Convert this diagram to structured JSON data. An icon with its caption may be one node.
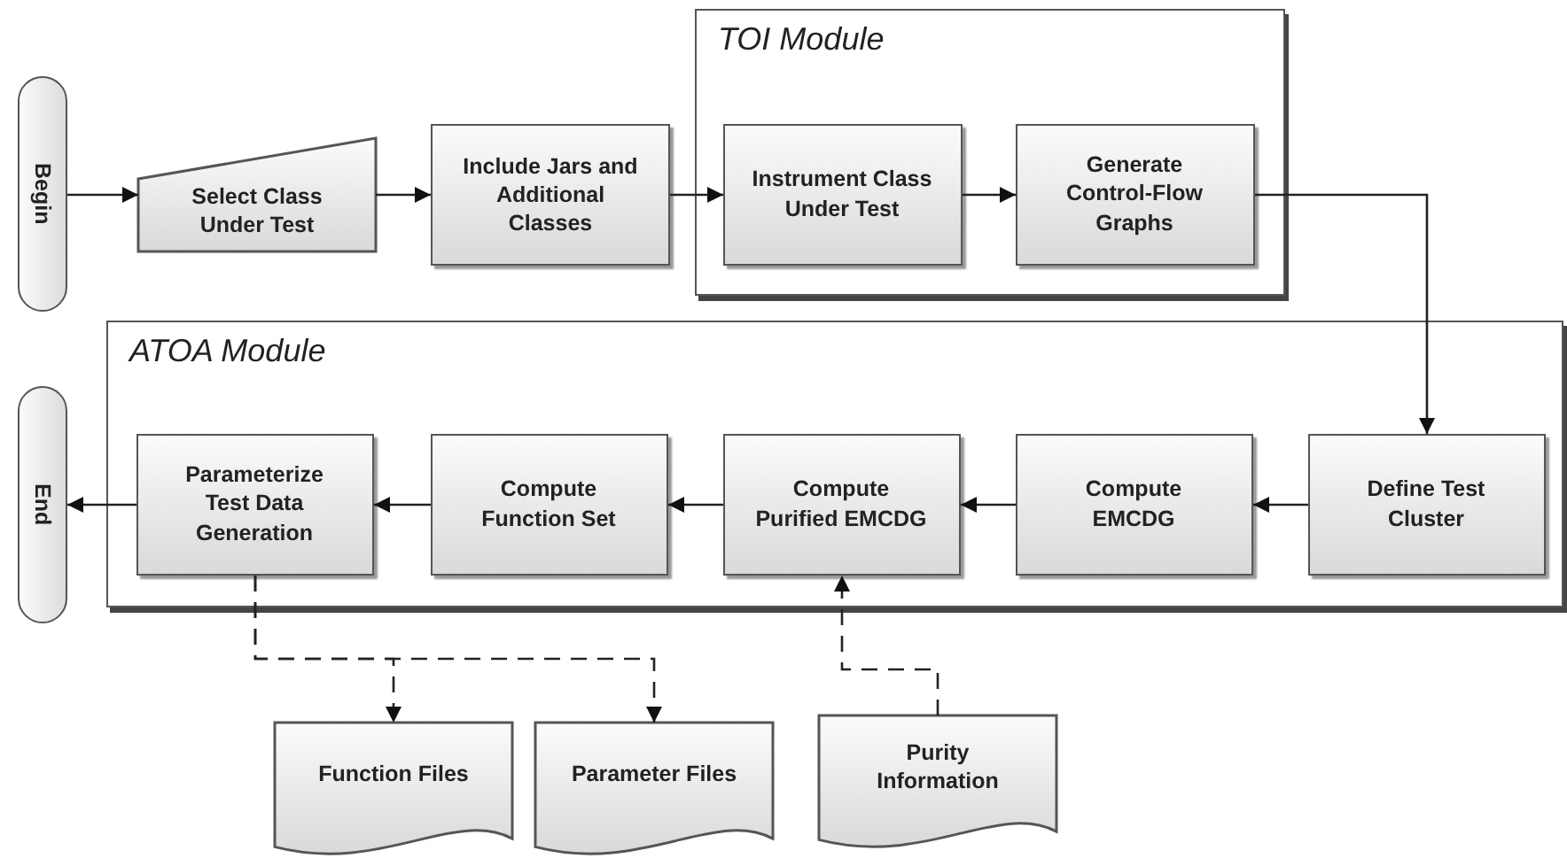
{
  "diagram": {
    "nodes": [
      {
        "text": [
          "Begin"
        ]
      },
      {
        "text": [
          "Select Class Under Test"
        ]
      },
      {
        "text": [
          "Include Jars and Additional Classes"
        ]
      },
      {
        "text": [
          "TOI Module"
        ]
      },
      {
        "text": [
          "Instrument Class Under Test"
        ],
        "in": 3
      },
      {
        "text": [
          "Generate Control-Flow Graphs"
        ],
        "in": 3
      },
      {
        "text": [
          "End"
        ]
      },
      {
        "text": [
          "ATOA Module"
        ]
      },
      {
        "text": [
          "Parameterize Test Data Generation"
        ],
        "in": 7
      },
      {
        "text": [
          "Compute Function Set"
        ],
        "in": 7
      },
      {
        "text": [
          "Compute Purified EMCDG"
        ],
        "in": 7
      },
      {
        "text": [
          "Compute EMCDG"
        ],
        "in": 7
      },
      {
        "text": [
          "Define Test Cluster"
        ],
        "in": 7
      },
      {
        "text": [
          "Function Files"
        ]
      },
      {
        "text": [
          "Parameter Files"
        ]
      },
      {
        "text": [
          "Purity Information"
        ]
      }
    ],
    "edges": [
      {
        "from": 0,
        "to": 1,
        "arrow": "to"
      },
      {
        "from": 1,
        "to": 2,
        "arrow": "to"
      },
      {
        "from": 2,
        "to": 4,
        "arrow": "to"
      },
      {
        "from": 4,
        "to": 5,
        "arrow": "to"
      },
      {
        "from": 5,
        "to": 12,
        "arrow": "to"
      },
      {
        "from": 12,
        "to": 11,
        "arrow": "to"
      },
      {
        "from": 11,
        "to": 10,
        "arrow": "to"
      },
      {
        "from": 10,
        "to": 9,
        "arrow": "to"
      },
      {
        "from": 9,
        "to": 8,
        "arrow": "to"
      },
      {
        "from": 8,
        "to": 6,
        "arrow": "to"
      },
      {
        "from": 8,
        "to": 13,
        "arrow": "to",
        "style": "dashed"
      },
      {
        "from": 8,
        "to": 14,
        "arrow": "to",
        "style": "dashed"
      },
      {
        "from": 15,
        "to": 10,
        "arrow": "to",
        "style": "dashed"
      }
    ]
  }
}
